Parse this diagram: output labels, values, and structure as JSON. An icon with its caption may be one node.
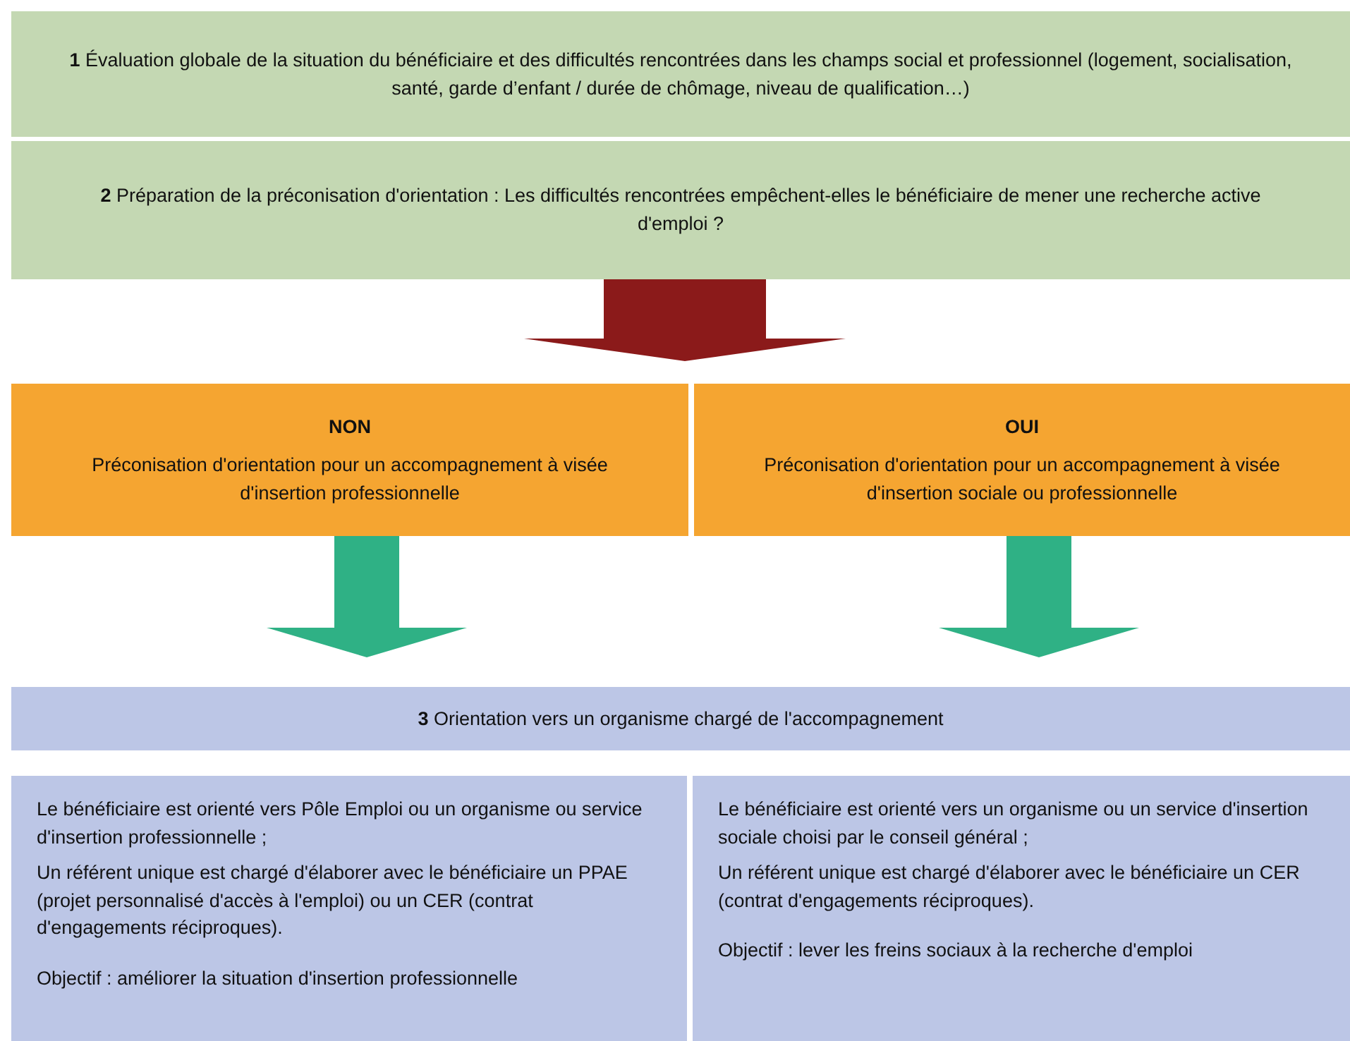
{
  "diagram": {
    "nodes": [
      {
        "text": [
          "**1** Évaluation globale de la situation du bénéficiaire et des difficultés rencontrées dans les champs social et professionnel (logement, socialisation, santé, garde d’enfant / durée de chômage, niveau de qualification…)"
        ]
      },
      {
        "text": [
          "**2** Préparation de la préconisation d'orientation : Les difficultés rencontrées empêchent-elles le bénéficiaire de mener une recherche active d'emploi ?"
        ]
      },
      {
        "text": [
          "NON",
          "Préconisation d'orientation pour un accompagnement à visée d'insertion professionnelle"
        ]
      },
      {
        "text": [
          "OUI",
          "Préconisation d'orientation pour un accompagnement à visée d'insertion sociale ou professionnelle"
        ]
      },
      {
        "text": [
          "**3** Orientation vers un organisme chargé de l'accompagnement"
        ]
      },
      {
        "text": [
          "Le bénéficiaire est orienté vers Pôle Emploi ou un organisme ou service d'insertion professionnelle ;",
          "Un référent unique est chargé d'élaborer avec le bénéficiaire un PPAE (projet personnalisé d'accès à l'emploi) ou un CER (contrat d'engagements réciproques).",
          "Objectif : améliorer la situation d'insertion professionnelle"
        ]
      },
      {
        "text": [
          "Le bénéficiaire est orienté vers un organisme ou un service d'insertion sociale choisi par le conseil général ;",
          "Un référent unique est chargé d'élaborer avec le bénéficiaire un CER (contrat d'engagements réciproques).",
          "Objectif :  lever les freins sociaux à la recherche d'emploi"
        ]
      }
    ],
    "edges": [
      {
        "from": 1,
        "to": 2,
        "arrow": "to",
        "color": "#8b1a1a"
      },
      {
        "from": 1,
        "to": 3,
        "arrow": "to",
        "color": "#8b1a1a"
      },
      {
        "from": 2,
        "to": 4,
        "arrow": "to",
        "color": "#2fb185"
      },
      {
        "from": 3,
        "to": 4,
        "arrow": "to",
        "color": "#2fb185"
      }
    ]
  }
}
